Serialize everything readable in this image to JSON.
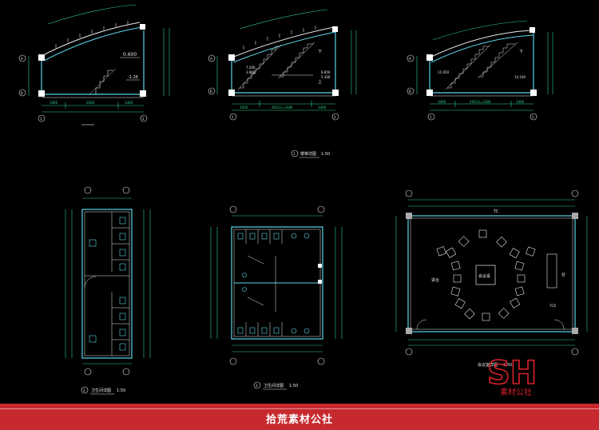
{
  "drawing": {
    "section_1": {
      "dims_top": [
        "1060",
        "2600",
        "1460"
      ],
      "elevations": [
        "0.600",
        "-1.26"
      ],
      "axis_left": [
        "A",
        "B"
      ],
      "axis_bottom": [
        "1",
        "2"
      ]
    },
    "section_2": {
      "dims_top": [
        "1920",
        "26X13=3380",
        "1460"
      ],
      "elevations": [
        "7.260",
        "3.860",
        "8.850",
        "5.300"
      ],
      "axis_left": [
        "A",
        "B"
      ],
      "axis_bottom": [
        "1",
        "2"
      ]
    },
    "section_3": {
      "dims_top": [
        "1060",
        "29X13=3380",
        "1460"
      ],
      "elevations": [
        "11.650",
        "14.100"
      ],
      "axis_left": [
        "A",
        "B"
      ],
      "axis_bottom": [
        "1",
        "2"
      ]
    },
    "stair_caption": {
      "title": "楼梯详图",
      "scale": "1:50",
      "num": "1"
    },
    "toilet_a_caption": {
      "title": "卫生间详图",
      "scale": "1:50",
      "num": "2"
    },
    "toilet_b_caption": {
      "title": "卫生间详图",
      "scale": "1:50",
      "num": "3"
    },
    "meeting_caption": {
      "title": "会议室详图",
      "scale": "1:50"
    },
    "meeting_labels": {
      "tc": "TC",
      "center": "会议桌",
      "left": "讲台",
      "right": "台",
      "bottom": "7C8"
    }
  },
  "watermark": {
    "logo": "SH",
    "sub": "素材公社"
  },
  "footer": {
    "text": "拾荒素材公社"
  },
  "colors": {
    "line": "#e8e8e8",
    "dim": "#2fd18a",
    "wall": "#5ad6e8",
    "red": "#c62a2f"
  }
}
